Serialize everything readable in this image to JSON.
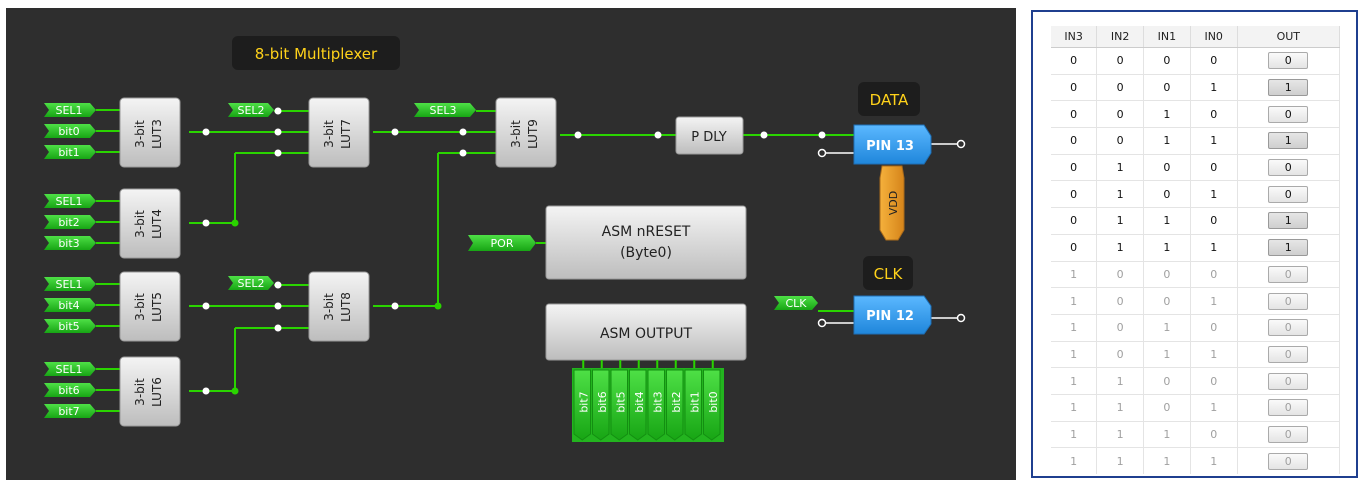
{
  "schematic": {
    "title": "8-bit Multiplexer",
    "sel1_label": "SEL1",
    "sel2_label": "SEL2",
    "sel3_label": "SEL3",
    "bits": [
      "bit0",
      "bit1",
      "bit2",
      "bit3",
      "bit4",
      "bit5",
      "bit6",
      "bit7"
    ],
    "lut3": [
      "3-bit",
      "LUT3"
    ],
    "lut4": [
      "3-bit",
      "LUT4"
    ],
    "lut5": [
      "3-bit",
      "LUT5"
    ],
    "lut6": [
      "3-bit",
      "LUT6"
    ],
    "lut7": [
      "3-bit",
      "LUT7"
    ],
    "lut8": [
      "3-bit",
      "LUT8"
    ],
    "lut9": [
      "3-bit",
      "LUT9"
    ],
    "pdly_label": "P DLY",
    "data_label": "DATA",
    "pin13_label": "PIN 13",
    "vdd_label": "VDD",
    "clk_label": "CLK",
    "clk_port_label": "CLK",
    "pin12_label": "PIN 12",
    "por_label": "POR",
    "asm_reset_line1": "ASM nRESET",
    "asm_reset_line2": "(Byte0)",
    "asm_output_label": "ASM OUTPUT",
    "asm_output_bits": [
      "bit7",
      "bit6",
      "bit5",
      "bit4",
      "bit3",
      "bit2",
      "bit1",
      "bit0"
    ],
    "colors": {
      "canvas": "#2e2e2e",
      "port_green": "#22c11f",
      "wire_green": "#2ad400",
      "pin_blue": "#2c9cf0",
      "vdd_orange": "#e69a22",
      "label_yellow": "#ffd21a"
    }
  },
  "truth_table": {
    "headers": [
      "IN3",
      "IN2",
      "IN1",
      "IN0",
      "OUT"
    ],
    "rows": [
      [
        "0",
        "0",
        "0",
        "0",
        "0"
      ],
      [
        "0",
        "0",
        "0",
        "1",
        "1"
      ],
      [
        "0",
        "0",
        "1",
        "0",
        "0"
      ],
      [
        "0",
        "0",
        "1",
        "1",
        "1"
      ],
      [
        "0",
        "1",
        "0",
        "0",
        "0"
      ],
      [
        "0",
        "1",
        "0",
        "1",
        "0"
      ],
      [
        "0",
        "1",
        "1",
        "0",
        "1"
      ],
      [
        "0",
        "1",
        "1",
        "1",
        "1"
      ],
      [
        "1",
        "0",
        "0",
        "0",
        "0"
      ],
      [
        "1",
        "0",
        "0",
        "1",
        "0"
      ],
      [
        "1",
        "0",
        "1",
        "0",
        "0"
      ],
      [
        "1",
        "0",
        "1",
        "1",
        "0"
      ],
      [
        "1",
        "1",
        "0",
        "0",
        "0"
      ],
      [
        "1",
        "1",
        "0",
        "1",
        "0"
      ],
      [
        "1",
        "1",
        "1",
        "0",
        "0"
      ],
      [
        "1",
        "1",
        "1",
        "1",
        "0"
      ]
    ],
    "active_row_count": 8
  }
}
